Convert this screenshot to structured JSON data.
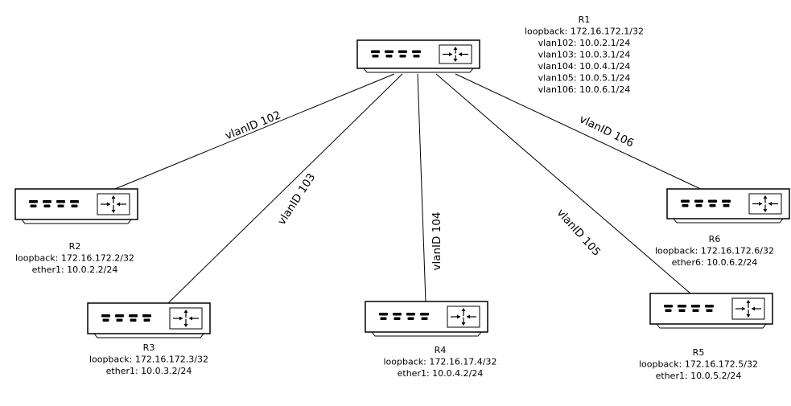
{
  "diagram": {
    "title": "MikroTik VLAN router topology",
    "colors": {
      "line": "#000000",
      "background": "#ffffff"
    },
    "routers": [
      {
        "id": "R1",
        "name": "R1",
        "icon": "router-icon",
        "lines": [
          "loopback: 172.16.172.1/32",
          "vlan102: 10.0.2.1/24",
          "vlan103: 10.0.3.1/24",
          "vlan104: 10.0.4.1/24",
          "vlan105: 10.0.5.1/24",
          "vlan106: 10.0.6.1/24"
        ]
      },
      {
        "id": "R2",
        "name": "R2",
        "icon": "router-icon",
        "lines": [
          "loopback: 172.16.172.2/32",
          "ether1: 10.0.2.2/24"
        ]
      },
      {
        "id": "R3",
        "name": "R3",
        "icon": "router-icon",
        "lines": [
          "loopback: 172.16.172.3/32",
          "ether1: 10.0.3.2/24"
        ]
      },
      {
        "id": "R4",
        "name": "R4",
        "icon": "router-icon",
        "lines": [
          "loopback: 172.16.17.4/32",
          "ether1: 10.0.4.2/24"
        ]
      },
      {
        "id": "R5",
        "name": "R5",
        "icon": "router-icon",
        "lines": [
          "loopback: 172.16.172.5/32",
          "ether1: 10.0.5.2/24"
        ]
      },
      {
        "id": "R6",
        "name": "R6",
        "icon": "router-icon",
        "lines": [
          "loopback: 172.16.172.6/32",
          "ether6: 10.0.6.2/24"
        ]
      }
    ],
    "links": [
      {
        "from": "R1",
        "to": "R2",
        "label": "vlanID 102"
      },
      {
        "from": "R1",
        "to": "R3",
        "label": "vlanID 103"
      },
      {
        "from": "R1",
        "to": "R4",
        "label": "vlanID 104"
      },
      {
        "from": "R1",
        "to": "R5",
        "label": "vlanID 105"
      },
      {
        "from": "R1",
        "to": "R6",
        "label": "vlanID 106"
      }
    ]
  }
}
